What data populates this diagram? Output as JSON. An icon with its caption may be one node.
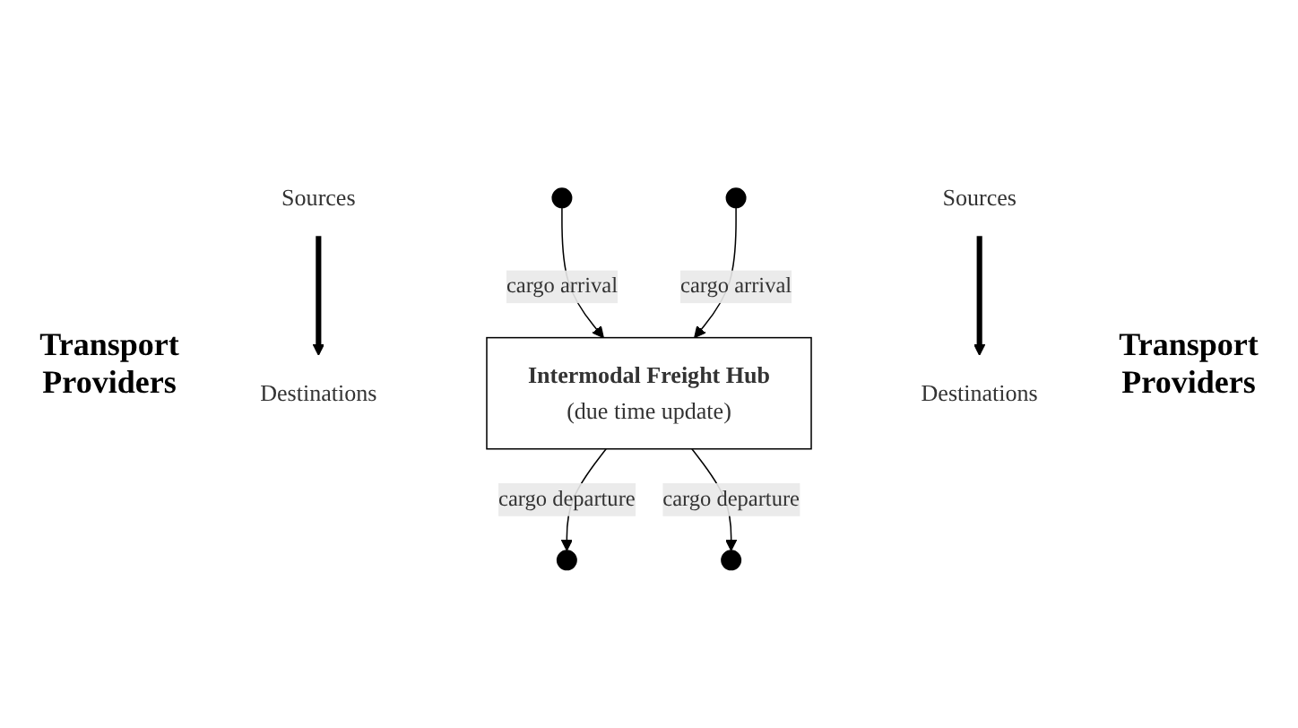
{
  "diagram": {
    "nodes": [
      {
        "text": [
          "Destinations"
        ]
      },
      {
        "text": [
          "Sources"
        ]
      },
      {
        "text": [
          "Intermodal Freight Hub",
          "(due time update)"
        ]
      },
      {
        "text": [
          "Sources"
        ]
      },
      {
        "text": [
          "Destinations"
        ]
      }
    ],
    "edges": [
      {
        "from": 3,
        "to": 0,
        "arrow": "to",
        "style": "thick"
      },
      {
        "from": 1,
        "to": 4,
        "arrow": "to",
        "style": "thick"
      },
      {
        "from": 2,
        "to": null,
        "arrow": "to",
        "label": "cargo departure"
      },
      {
        "from": null,
        "to": 2,
        "arrow": "to",
        "label": "cargo arrival"
      },
      {
        "from": null,
        "to": 2,
        "arrow": "to",
        "label": "cargo arrival"
      },
      {
        "from": 2,
        "to": null,
        "arrow": "to",
        "label": "cargo departure"
      }
    ],
    "labels": [
      "Transport Providers",
      "Transport Providers"
    ]
  }
}
